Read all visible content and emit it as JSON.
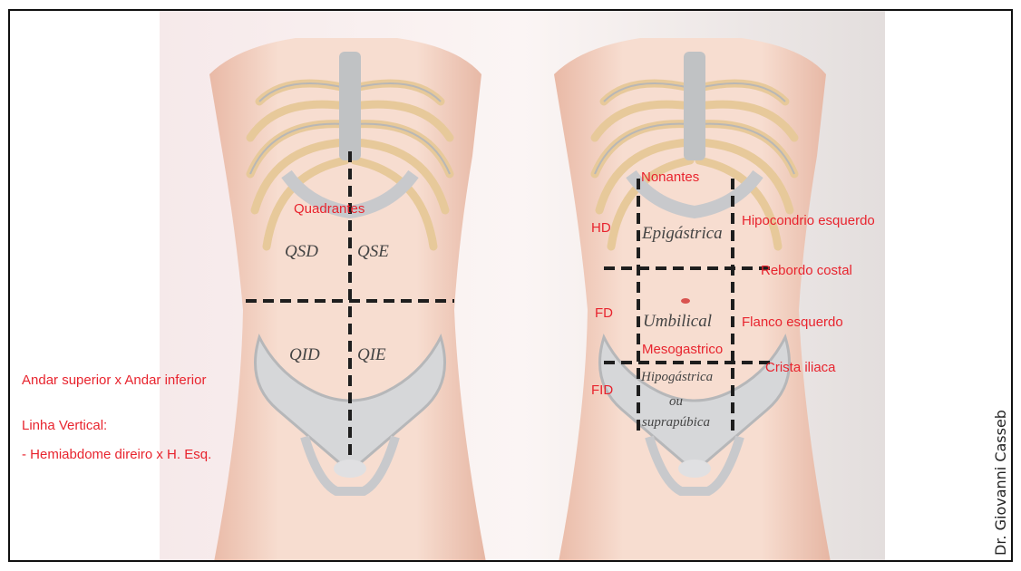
{
  "left_figure": {
    "title": "Quadrantes",
    "quadrants": [
      "QSD",
      "QSE",
      "QID",
      "QIE"
    ]
  },
  "right_figure": {
    "title": "Nonantes",
    "regions": {
      "epigastrica": "Epigástrica",
      "umbilical": "Umbilical",
      "hipogastrica_1": "Hipogástrica",
      "hipogastrica_2": "ou",
      "hipogastrica_3": "suprapúbica"
    },
    "labels": {
      "hd": "HD",
      "hipocondrio": "Hipocondrio esquerdo",
      "rebordo": "Rebordo costal",
      "fd": "FD",
      "flanco": "Flanco esquerdo",
      "mesogastrico": "Mesogastrico",
      "fid": "FID",
      "crista": "Crista iliaca"
    }
  },
  "notes": {
    "line1": "Andar superior x Andar inferior",
    "line2": "Linha Vertical:",
    "line3": "- Hemiabdome direiro x H. Esq."
  },
  "credit": "Dr. Giovanni Casseb",
  "colors": {
    "label": "#e8242e",
    "skin": "#f2d2c4",
    "bone": "#c8c9cc",
    "rib": "#e7c99a"
  }
}
